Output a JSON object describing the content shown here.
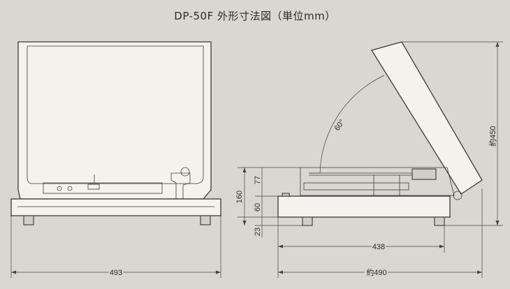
{
  "title": "DP-50F 外形寸法図（単位mm）",
  "dimensions": {
    "front_width": "493",
    "side_depth_total": "約490",
    "side_depth_body": "438",
    "height_open": "約450",
    "height_closed": "160",
    "upper_height": "77",
    "body_height": "60",
    "foot_height": "23",
    "lid_angle": "60°"
  }
}
